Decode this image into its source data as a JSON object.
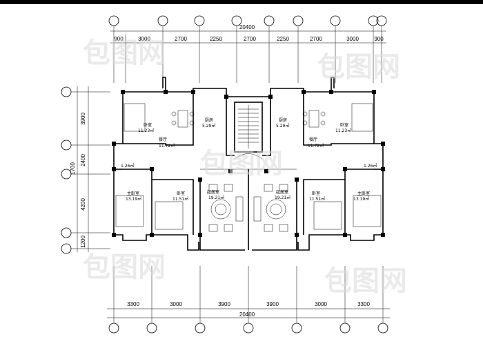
{
  "top_dimensions": [
    "900",
    "3000",
    "2700",
    "2250",
    "2700",
    "2250",
    "2700",
    "3000",
    "900"
  ],
  "top_total": "20400",
  "bottom_dimensions": [
    "3300",
    "3000",
    "3900",
    "3900",
    "3000",
    "3300"
  ],
  "bottom_total": "20400",
  "left_dimensions": [
    "3900",
    "2400",
    "1700",
    "4200",
    "1200"
  ],
  "rooms": {
    "bedroom_top_left": {
      "name": "卧室",
      "area": "11.23㎡"
    },
    "dining_left": {
      "name": "餐厅",
      "area": "11.72㎡"
    },
    "kitchen_left": {
      "name": "厨房",
      "area": "5.29㎡"
    },
    "kitchen_right": {
      "name": "厨房",
      "area": "5.29㎡"
    },
    "dining_right": {
      "name": "餐厅",
      "area": "11.72㎡"
    },
    "bedroom_top_right": {
      "name": "卧室",
      "area": "11.23㎡"
    },
    "bath_left": {
      "area": "1.26㎡"
    },
    "bath_right": {
      "area": "1.26㎡"
    },
    "master_left": {
      "name": "主卧室",
      "area": "13.19㎡"
    },
    "bedroom_mid_left": {
      "name": "卧室",
      "area": "11.51㎡"
    },
    "living_left": {
      "name": "起居室",
      "area": "19.21㎡"
    },
    "living_right": {
      "name": "起居室",
      "area": "19.21㎡"
    },
    "bedroom_mid_right": {
      "name": "卧室",
      "area": "11.51㎡"
    },
    "master_right": {
      "name": "主卧室",
      "area": "13.19㎡"
    }
  },
  "watermark": "包图网"
}
